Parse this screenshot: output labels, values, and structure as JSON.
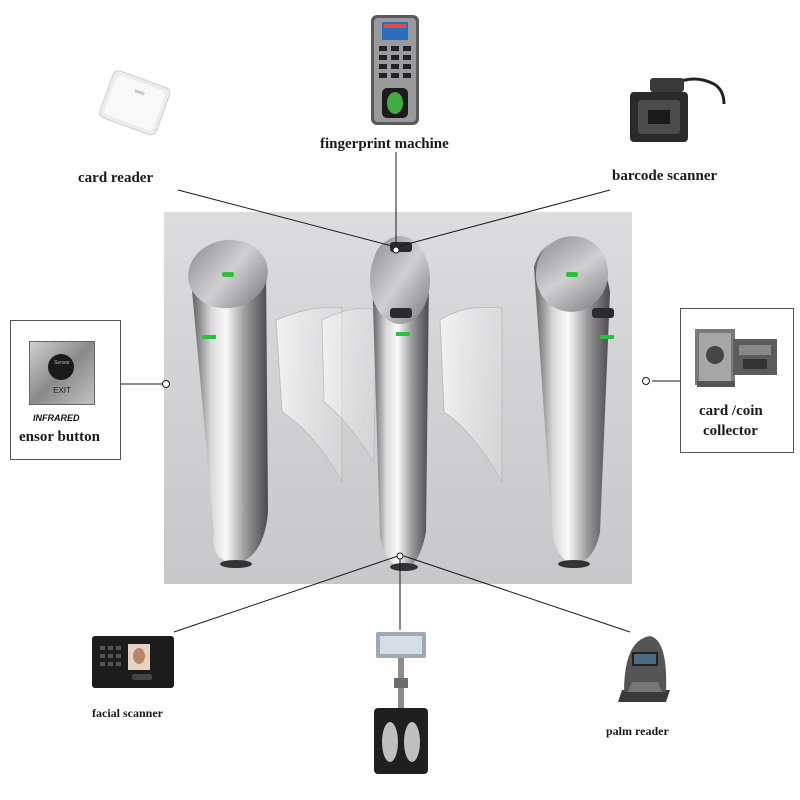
{
  "devices": {
    "fingerprint": {
      "label": "fingerprint machine"
    },
    "card_reader": {
      "label": "card reader"
    },
    "barcode": {
      "label": "barcode scanner"
    },
    "sensor_button": {
      "label_top": "INFRARED",
      "label_main": "ensor button",
      "plate_top": "Sensor",
      "plate_bottom": "EXIT"
    },
    "coin_collector": {
      "label_line1": "card /coin",
      "label_line2": "collector"
    },
    "facial": {
      "label": "facial scanner"
    },
    "palm": {
      "label": "palm reader"
    }
  },
  "colors": {
    "panel_bg": "#d3d3d5",
    "steel_light": "#f2f2f2",
    "steel_dark": "#6e6e70",
    "led_green": "#29c23a"
  }
}
